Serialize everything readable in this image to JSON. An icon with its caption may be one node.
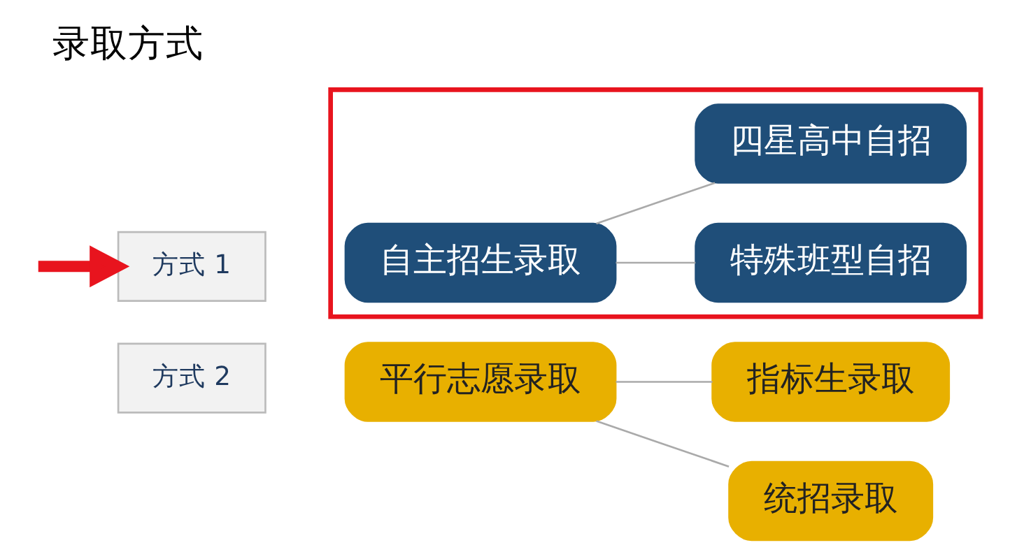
{
  "diagram": {
    "title": "录取方式",
    "nodes": [
      {
        "text": [],
        "shape": "box"
      },
      {
        "text": [
          "方式 1"
        ]
      },
      {
        "text": [
          "自主招生录取"
        ],
        "in": 0
      },
      {
        "text": [
          "特殊班型自招"
        ],
        "in": 0
      },
      {
        "text": [
          "四星高中自招"
        ],
        "in": 0
      },
      {
        "text": [
          "方式 2"
        ]
      },
      {
        "text": [
          "平行志愿录取"
        ]
      },
      {
        "text": [
          "指标生录取"
        ]
      },
      {
        "text": [
          "统招录取"
        ]
      }
    ],
    "edges": [
      {
        "from": null,
        "to": 1,
        "arrow": "to",
        "style": "thick",
        "color": "#e8141e"
      },
      {
        "from": 2,
        "to": 3,
        "arrow": "none"
      },
      {
        "from": 2,
        "to": 4,
        "arrow": "none"
      },
      {
        "from": 6,
        "to": 7,
        "arrow": "none"
      },
      {
        "from": 6,
        "to": 8,
        "arrow": "none"
      }
    ]
  }
}
